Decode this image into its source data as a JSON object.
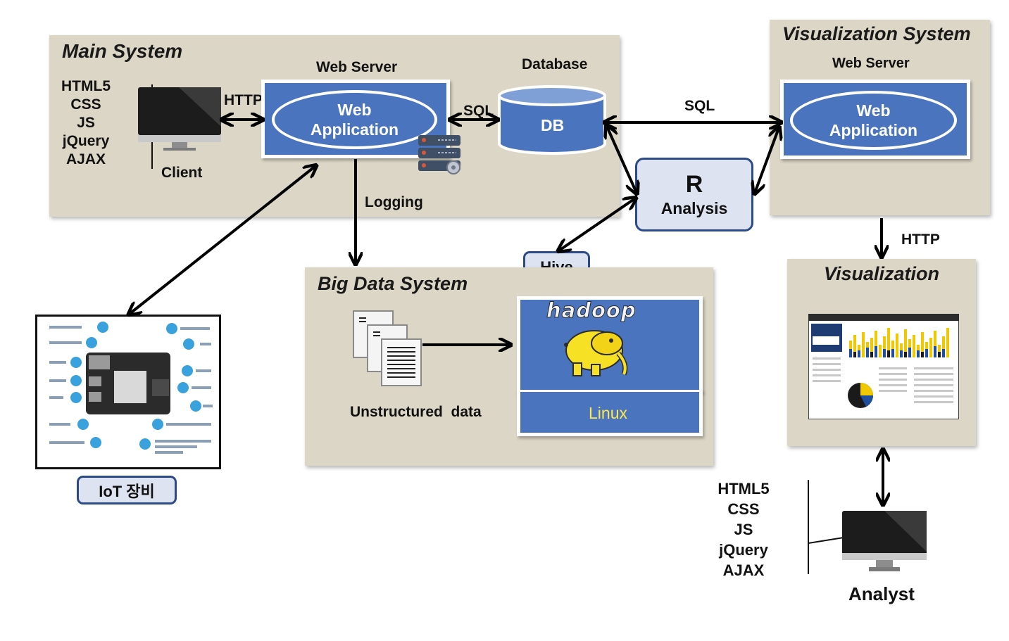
{
  "main_system": {
    "title": "Main System",
    "client_tech": [
      "HTML5",
      "CSS",
      "JS",
      "jQuery",
      "AJAX"
    ],
    "client_label": "Client",
    "http_label": "HTTP",
    "web_server_label": "Web Server",
    "web_app_line1": "Web",
    "web_app_line2": "Application",
    "sql_label": "SQL",
    "database_label": "Database",
    "db_label": "DB",
    "logging_label": "Logging"
  },
  "visualization_system": {
    "title": "Visualization System",
    "web_server_label": "Web Server",
    "web_app_line1": "Web",
    "web_app_line2": "Application",
    "sql_label": "SQL"
  },
  "r_analysis": {
    "line1": "R",
    "line2": "Analysis"
  },
  "hive_label": "Hive",
  "big_data_system": {
    "title": "Big Data System",
    "unstructured_label": "Unstructured  data",
    "hadoop_label": "hadoop",
    "linux_label": "Linux"
  },
  "visualization": {
    "http_label": "HTTP",
    "title": "Visualization"
  },
  "iot_label": "IoT 장비",
  "analyst": {
    "tech": [
      "HTML5",
      "CSS",
      "JS",
      "jQuery",
      "AJAX"
    ],
    "label": "Analyst"
  },
  "colors": {
    "panel_bg": "#dcd6c6",
    "box_blue": "#4a74bd",
    "badge_bg": "#dde3f1",
    "badge_border": "#2c4a86",
    "linux_text": "#ffe84a"
  }
}
